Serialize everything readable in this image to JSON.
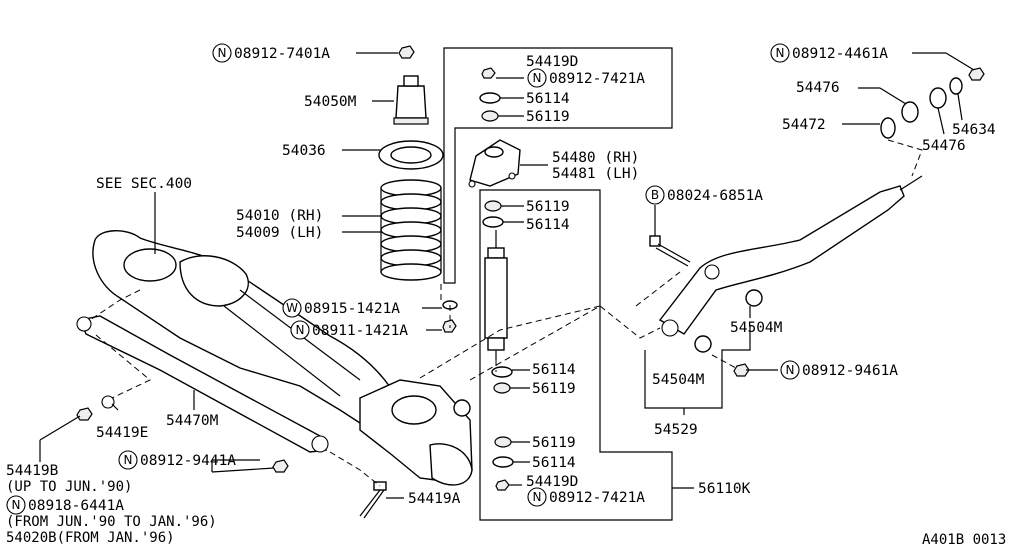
{
  "labels": {
    "l_7401A": "08912-7401A",
    "l_54050M": "54050M",
    "l_54036": "54036",
    "l_54010": "54010 (RH)",
    "l_54009": "54009 (LH)",
    "l_seesec": "SEE SEC.400",
    "l_1421A_w": "08915-1421A",
    "l_1421A_n": "08911-1421A",
    "l_54470M": "54470M",
    "l_54419E": "54419E",
    "l_54419B": "54419B",
    "l_upto": "(UP TO JUN.'90)",
    "l_6441A": "08918-6441A",
    "l_fromto": "(FROM JUN.'90 TO JAN.'96)",
    "l_54020B": "54020B(FROM JAN.'96)",
    "l_9441A": "08912-9441A",
    "l_54419A": "54419A",
    "l_54419D_top": "54419D",
    "l_7421A_top": "08912-7421A",
    "l_56114_a": "56114",
    "l_56119_a": "56119",
    "l_54480": "54480 (RH)",
    "l_54481": "54481 (LH)",
    "l_56119_b": "56119",
    "l_56114_b": "56114",
    "l_56114_c": "56114",
    "l_56119_c": "56119",
    "l_56119_d": "56119",
    "l_56114_d": "56114",
    "l_54419D_bot": "54419D",
    "l_7421A_bot": "08912-7421A",
    "l_56110K": "56110K",
    "l_4461A": "08912-4461A",
    "l_54476_a": "54476",
    "l_54472": "54472",
    "l_54634": "54634",
    "l_54476_b": "54476",
    "l_6851A": "08024-6851A",
    "l_54504M_a": "54504M",
    "l_9461A": "08912-9461A",
    "l_54504M_b": "54504M",
    "l_54529": "54529",
    "l_code": "A401B 0013"
  },
  "prefix": {
    "n": "N",
    "w": "W",
    "b": "B"
  }
}
